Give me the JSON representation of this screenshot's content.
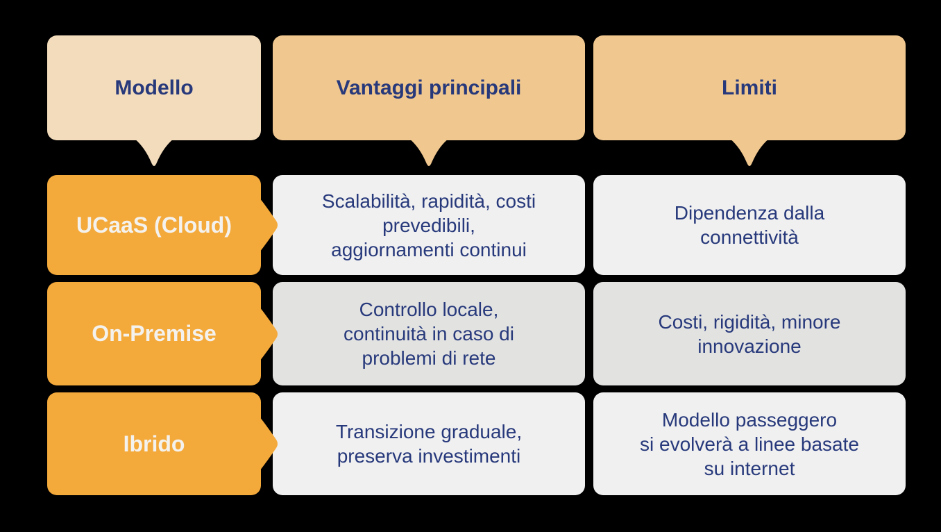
{
  "colors": {
    "background": "#000000",
    "header_model_bg": "#F3DCBB",
    "header_bg": "#F0C78E",
    "model_bg": "#F4A93B",
    "cell_bg_light": "#F0F0F0",
    "cell_bg_dark": "#E2E2E1",
    "text_navy": "#27397B",
    "text_white": "#F4F2EE"
  },
  "table": {
    "headers": [
      {
        "label": "Modello"
      },
      {
        "label": "Vantaggi principali"
      },
      {
        "label": "Limiti"
      }
    ],
    "rows": [
      {
        "model": "UCaaS (Cloud)",
        "advantages": "Scalabilità, rapidità, costi\nprevedibili,\naggiornamenti continui",
        "limits": "Dipendenza dalla\nconnettività"
      },
      {
        "model": "On-Premise",
        "advantages": "Controllo locale,\ncontinuità in caso di\nproblemi di rete",
        "limits": "Costi, rigidità, minore\ninnovazione"
      },
      {
        "model": "Ibrido",
        "advantages": "Transizione graduale,\npreserva investimenti",
        "limits": "Modello passeggero\nsi evolverà a linee basate\nsu internet"
      }
    ]
  }
}
